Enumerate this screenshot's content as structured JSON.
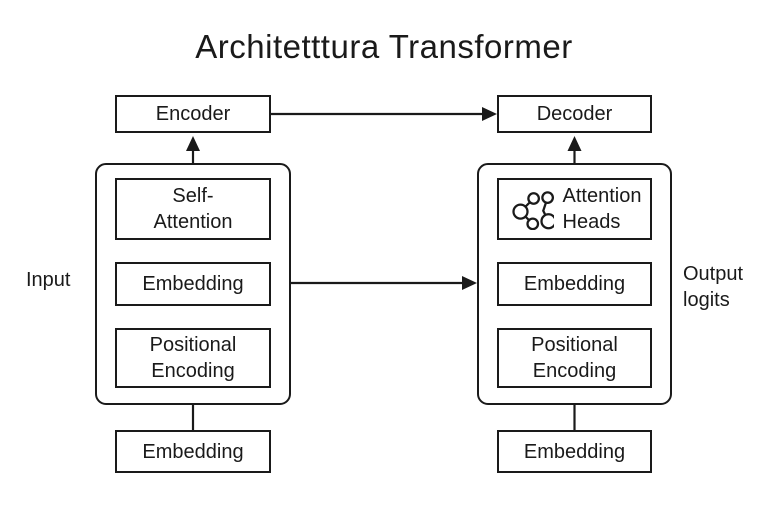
{
  "title": "Architetttura Transformer",
  "labels": {
    "input": "Input",
    "output_logits": "Output\nlogits"
  },
  "encoder": {
    "label": "Encoder",
    "blocks": {
      "self_attention": "Self-\nAttention",
      "embedding": "Embedding",
      "positional_encoding": "Positional\nEncoding"
    },
    "bottom_embedding": "Embedding"
  },
  "decoder": {
    "label": "Decoder",
    "blocks": {
      "attention_heads": "Attention\nHeads",
      "embedding": "Embedding",
      "positional_encoding": "Positional\nEncoding"
    },
    "bottom_embedding": "Embedding"
  },
  "icons": {
    "attention_heads_icon": "graph-nodes-icon"
  },
  "colors": {
    "line": "#1a1a1a",
    "background": "#ffffff",
    "box_fill": "#ffffff"
  }
}
